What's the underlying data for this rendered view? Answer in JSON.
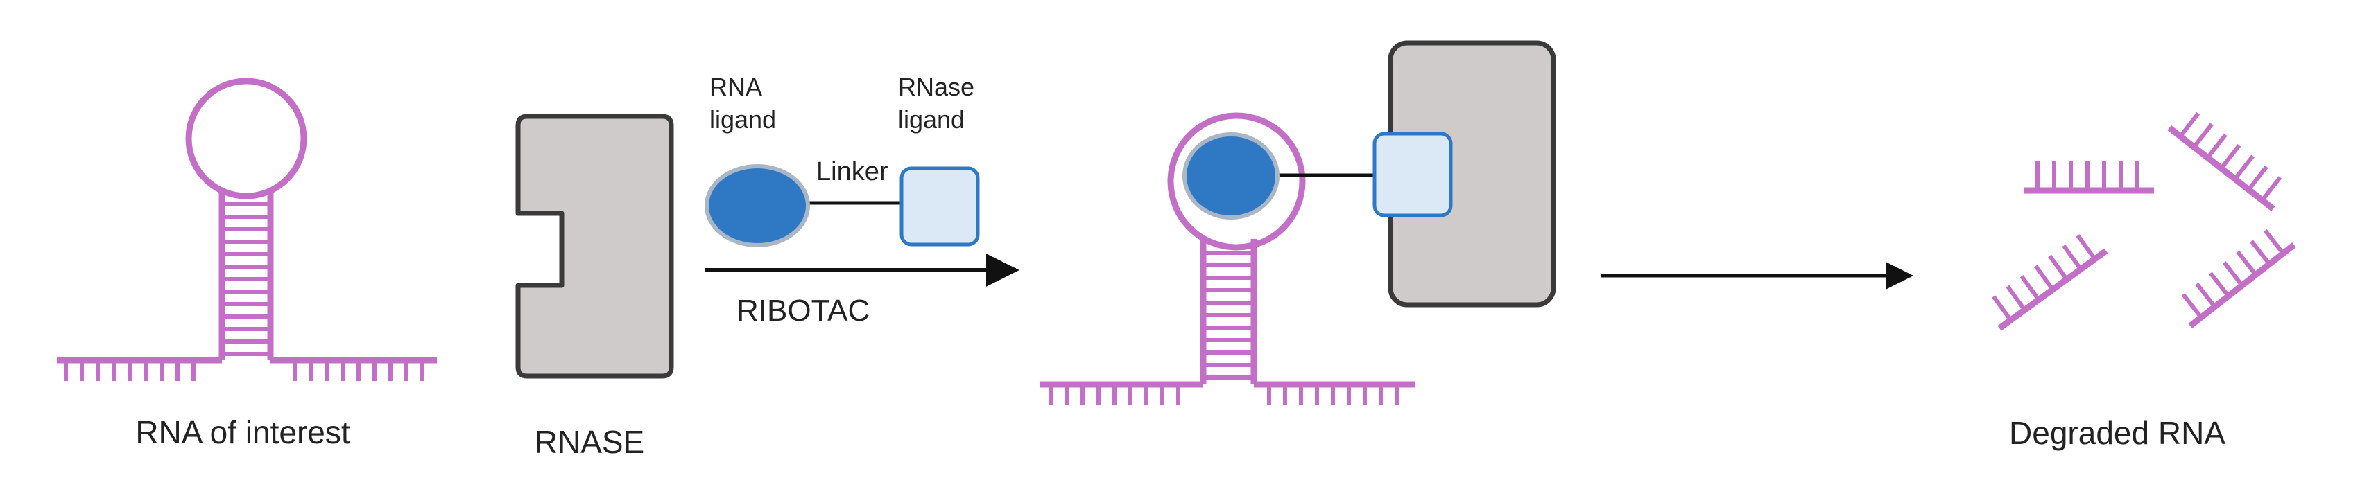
{
  "labels": {
    "rna_of_interest": "RNA of interest",
    "rnase": "RNASE",
    "rna_ligand_line1": "RNA",
    "rna_ligand_line2": "ligand",
    "rnase_ligand_line1": "RNase",
    "rnase_ligand_line2": "ligand",
    "linker": "Linker",
    "ribotac": "RIBOTAC",
    "degraded_rna": "Degraded RNA"
  },
  "colors": {
    "rna": "#c36fc7",
    "rnase_fill": "#cfcbcb",
    "rnase_stroke": "#3a3a3a",
    "rna_ligand_fill": "#2f78c4",
    "rna_ligand_stroke": "#a8b6c6",
    "rnase_ligand_fill": "#dbe9f7",
    "rnase_ligand_stroke": "#2f78c4",
    "arrow": "#111111",
    "text": "#222222"
  }
}
